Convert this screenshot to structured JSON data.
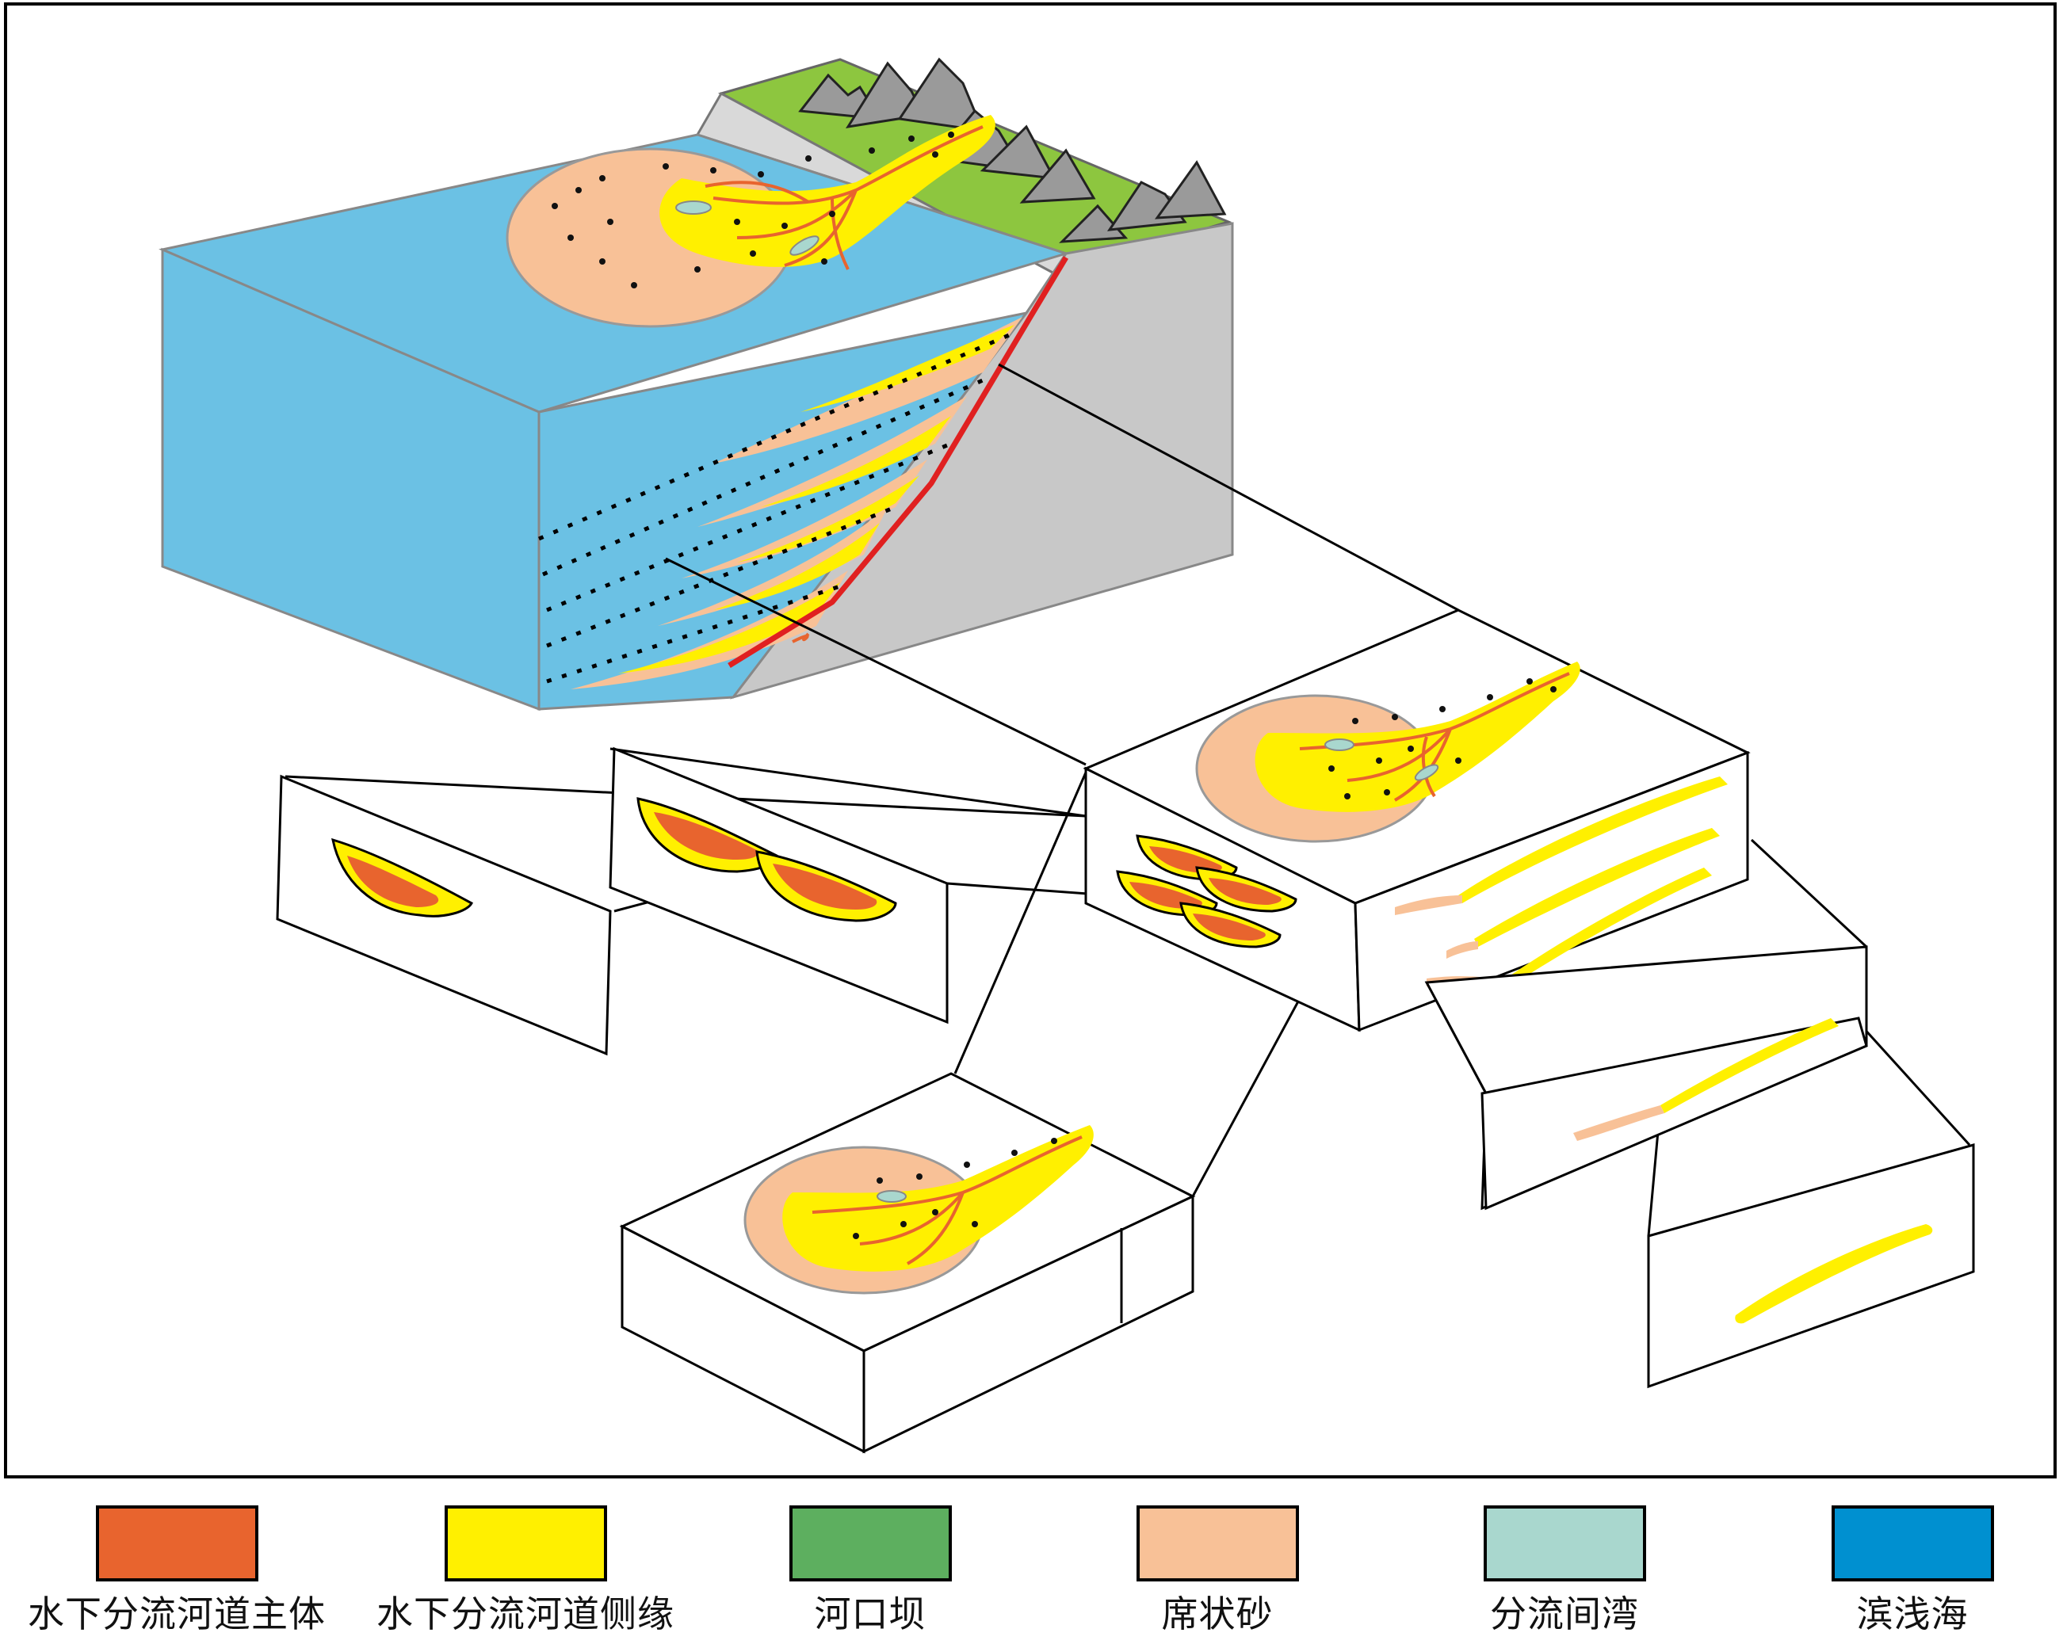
{
  "colors": {
    "channel_main": "#E8642E",
    "channel_margin": "#FFF000",
    "mouth_bar": "#5DAF5F",
    "sheet_sand": "#F8C197",
    "interdistributary_bay": "#A9D7CE",
    "shore_shallow_sea": "#0090D0",
    "block_top_water": "#6BC1E4",
    "block_side": "#C8C8C8",
    "land_green": "#8DC63F",
    "fault_red": "#E02020"
  },
  "legend": [
    {
      "label": "水下分流河道主体",
      "color": "#E8642E",
      "icon": "channel-main-swatch"
    },
    {
      "label": "水下分流河道侧缘",
      "color": "#FFF000",
      "icon": "channel-margin-swatch"
    },
    {
      "label": "河口坝",
      "color": "#5DAF5F",
      "icon": "mouth-bar-swatch"
    },
    {
      "label": "席状砂",
      "color": "#F8C197",
      "icon": "sheet-sand-swatch"
    },
    {
      "label": "分流间湾",
      "color": "#A9D7CE",
      "icon": "interdistributary-bay-swatch"
    },
    {
      "label": "滨浅海",
      "color": "#0090D0",
      "icon": "shallow-sea-swatch"
    }
  ]
}
